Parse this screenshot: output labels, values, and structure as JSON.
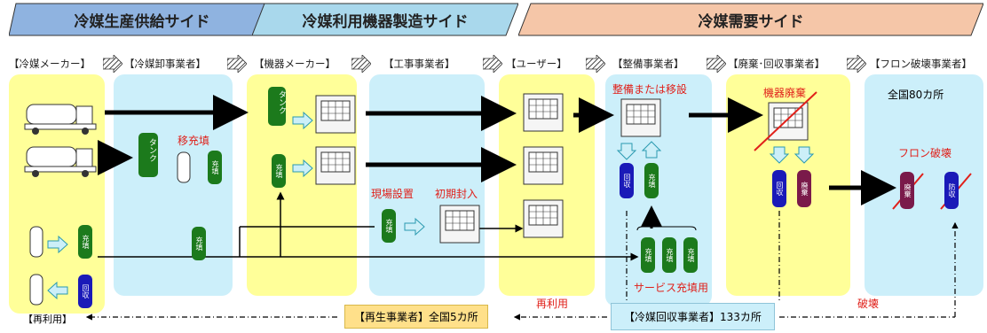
{
  "headers": [
    {
      "label": "冷媒生産供給サイド"
    },
    {
      "label": "冷媒利用機器製造サイド"
    },
    {
      "label": "冷媒需要サイド"
    }
  ],
  "roles": [
    "【冷媒メーカー】",
    "【冷媒卸事業者】",
    "【機器メーカー】",
    "【工事事業者】",
    "【ユーザー】",
    "【整備事業者】",
    "【廃棄･回収事業者】",
    "【フロン破壊事業者】"
  ],
  "labels": {
    "transfer_fill": "移充填",
    "onsite_install": "現場設置",
    "initial_charge": "初期封入",
    "maintenance_or_relocation": "整備または移設",
    "equipment_disposal": "機器廃棄",
    "destruction_sites": "全国80カ所",
    "flon_destruction": "フロン破壊",
    "service_fill": "サービス充填用",
    "reuse_mid": "再利用",
    "destruction": "破壊",
    "reuse_left": "【再利用】",
    "regen_box": "【再生事業者】全国5カ所",
    "recovery_box": "【冷媒回収事業者】133カ所"
  },
  "cylinder_labels": {
    "tank": "タンク",
    "fill": "充填",
    "recover": "回収",
    "scrap": "廃棄",
    "dummy": "防収"
  },
  "colors": {
    "header1": "#8fb3e0",
    "header2": "#a9d8ec",
    "header3": "#f5c6a8",
    "yellow_band": "#ffff99",
    "cyan_band": "#cceffa",
    "green_cylinder": "#1c7a1c",
    "blue_cylinder": "#1a1ab8",
    "purple_cylinder": "#7a1a4a",
    "regen_box": "#ffe08a",
    "recovery_box": "#cceffa",
    "red_text": "#e0201a"
  }
}
